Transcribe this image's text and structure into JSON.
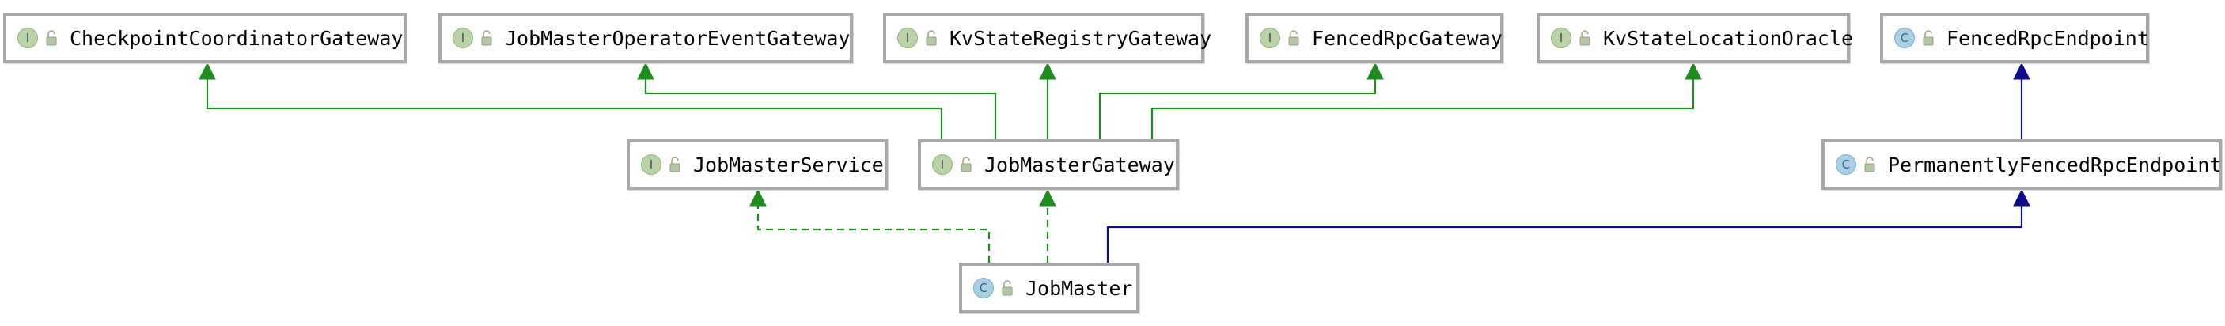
{
  "colors": {
    "implements_edge": "#1e8c1e",
    "extends_edge": "#0d0d8c",
    "node_border": "#a8a8a8"
  },
  "nodes": [
    {
      "id": "checkpoint-coordinator-gateway",
      "label": "CheckpointCoordinatorGateway",
      "badge": "I",
      "kind": "interface"
    },
    {
      "id": "job-master-operator-event-gateway",
      "label": "JobMasterOperatorEventGateway",
      "badge": "I",
      "kind": "interface"
    },
    {
      "id": "kv-state-registry-gateway",
      "label": "KvStateRegistryGateway",
      "badge": "I",
      "kind": "interface"
    },
    {
      "id": "fenced-rpc-gateway",
      "label": "FencedRpcGateway",
      "badge": "I",
      "kind": "interface"
    },
    {
      "id": "kv-state-location-oracle",
      "label": "KvStateLocationOracle",
      "badge": "I",
      "kind": "interface"
    },
    {
      "id": "fenced-rpc-endpoint",
      "label": "FencedRpcEndpoint",
      "badge": "C",
      "kind": "class"
    },
    {
      "id": "job-master-service",
      "label": "JobMasterService",
      "badge": "I",
      "kind": "interface"
    },
    {
      "id": "job-master-gateway",
      "label": "JobMasterGateway",
      "badge": "I",
      "kind": "interface"
    },
    {
      "id": "permanently-fenced-rpc-endpoint",
      "label": "PermanentlyFencedRpcEndpoint",
      "badge": "C",
      "kind": "class"
    },
    {
      "id": "job-master",
      "label": "JobMaster",
      "badge": "C",
      "kind": "class"
    }
  ],
  "edges": [
    {
      "from": "job-master-gateway",
      "to": "checkpoint-coordinator-gateway",
      "relation": "extends-interface"
    },
    {
      "from": "job-master-gateway",
      "to": "job-master-operator-event-gateway",
      "relation": "extends-interface"
    },
    {
      "from": "job-master-gateway",
      "to": "kv-state-registry-gateway",
      "relation": "extends-interface"
    },
    {
      "from": "job-master-gateway",
      "to": "fenced-rpc-gateway",
      "relation": "extends-interface"
    },
    {
      "from": "job-master-gateway",
      "to": "kv-state-location-oracle",
      "relation": "extends-interface"
    },
    {
      "from": "permanently-fenced-rpc-endpoint",
      "to": "fenced-rpc-endpoint",
      "relation": "extends-class"
    },
    {
      "from": "job-master",
      "to": "job-master-service",
      "relation": "implements"
    },
    {
      "from": "job-master",
      "to": "job-master-gateway",
      "relation": "implements"
    },
    {
      "from": "job-master",
      "to": "permanently-fenced-rpc-endpoint",
      "relation": "extends-class"
    }
  ]
}
